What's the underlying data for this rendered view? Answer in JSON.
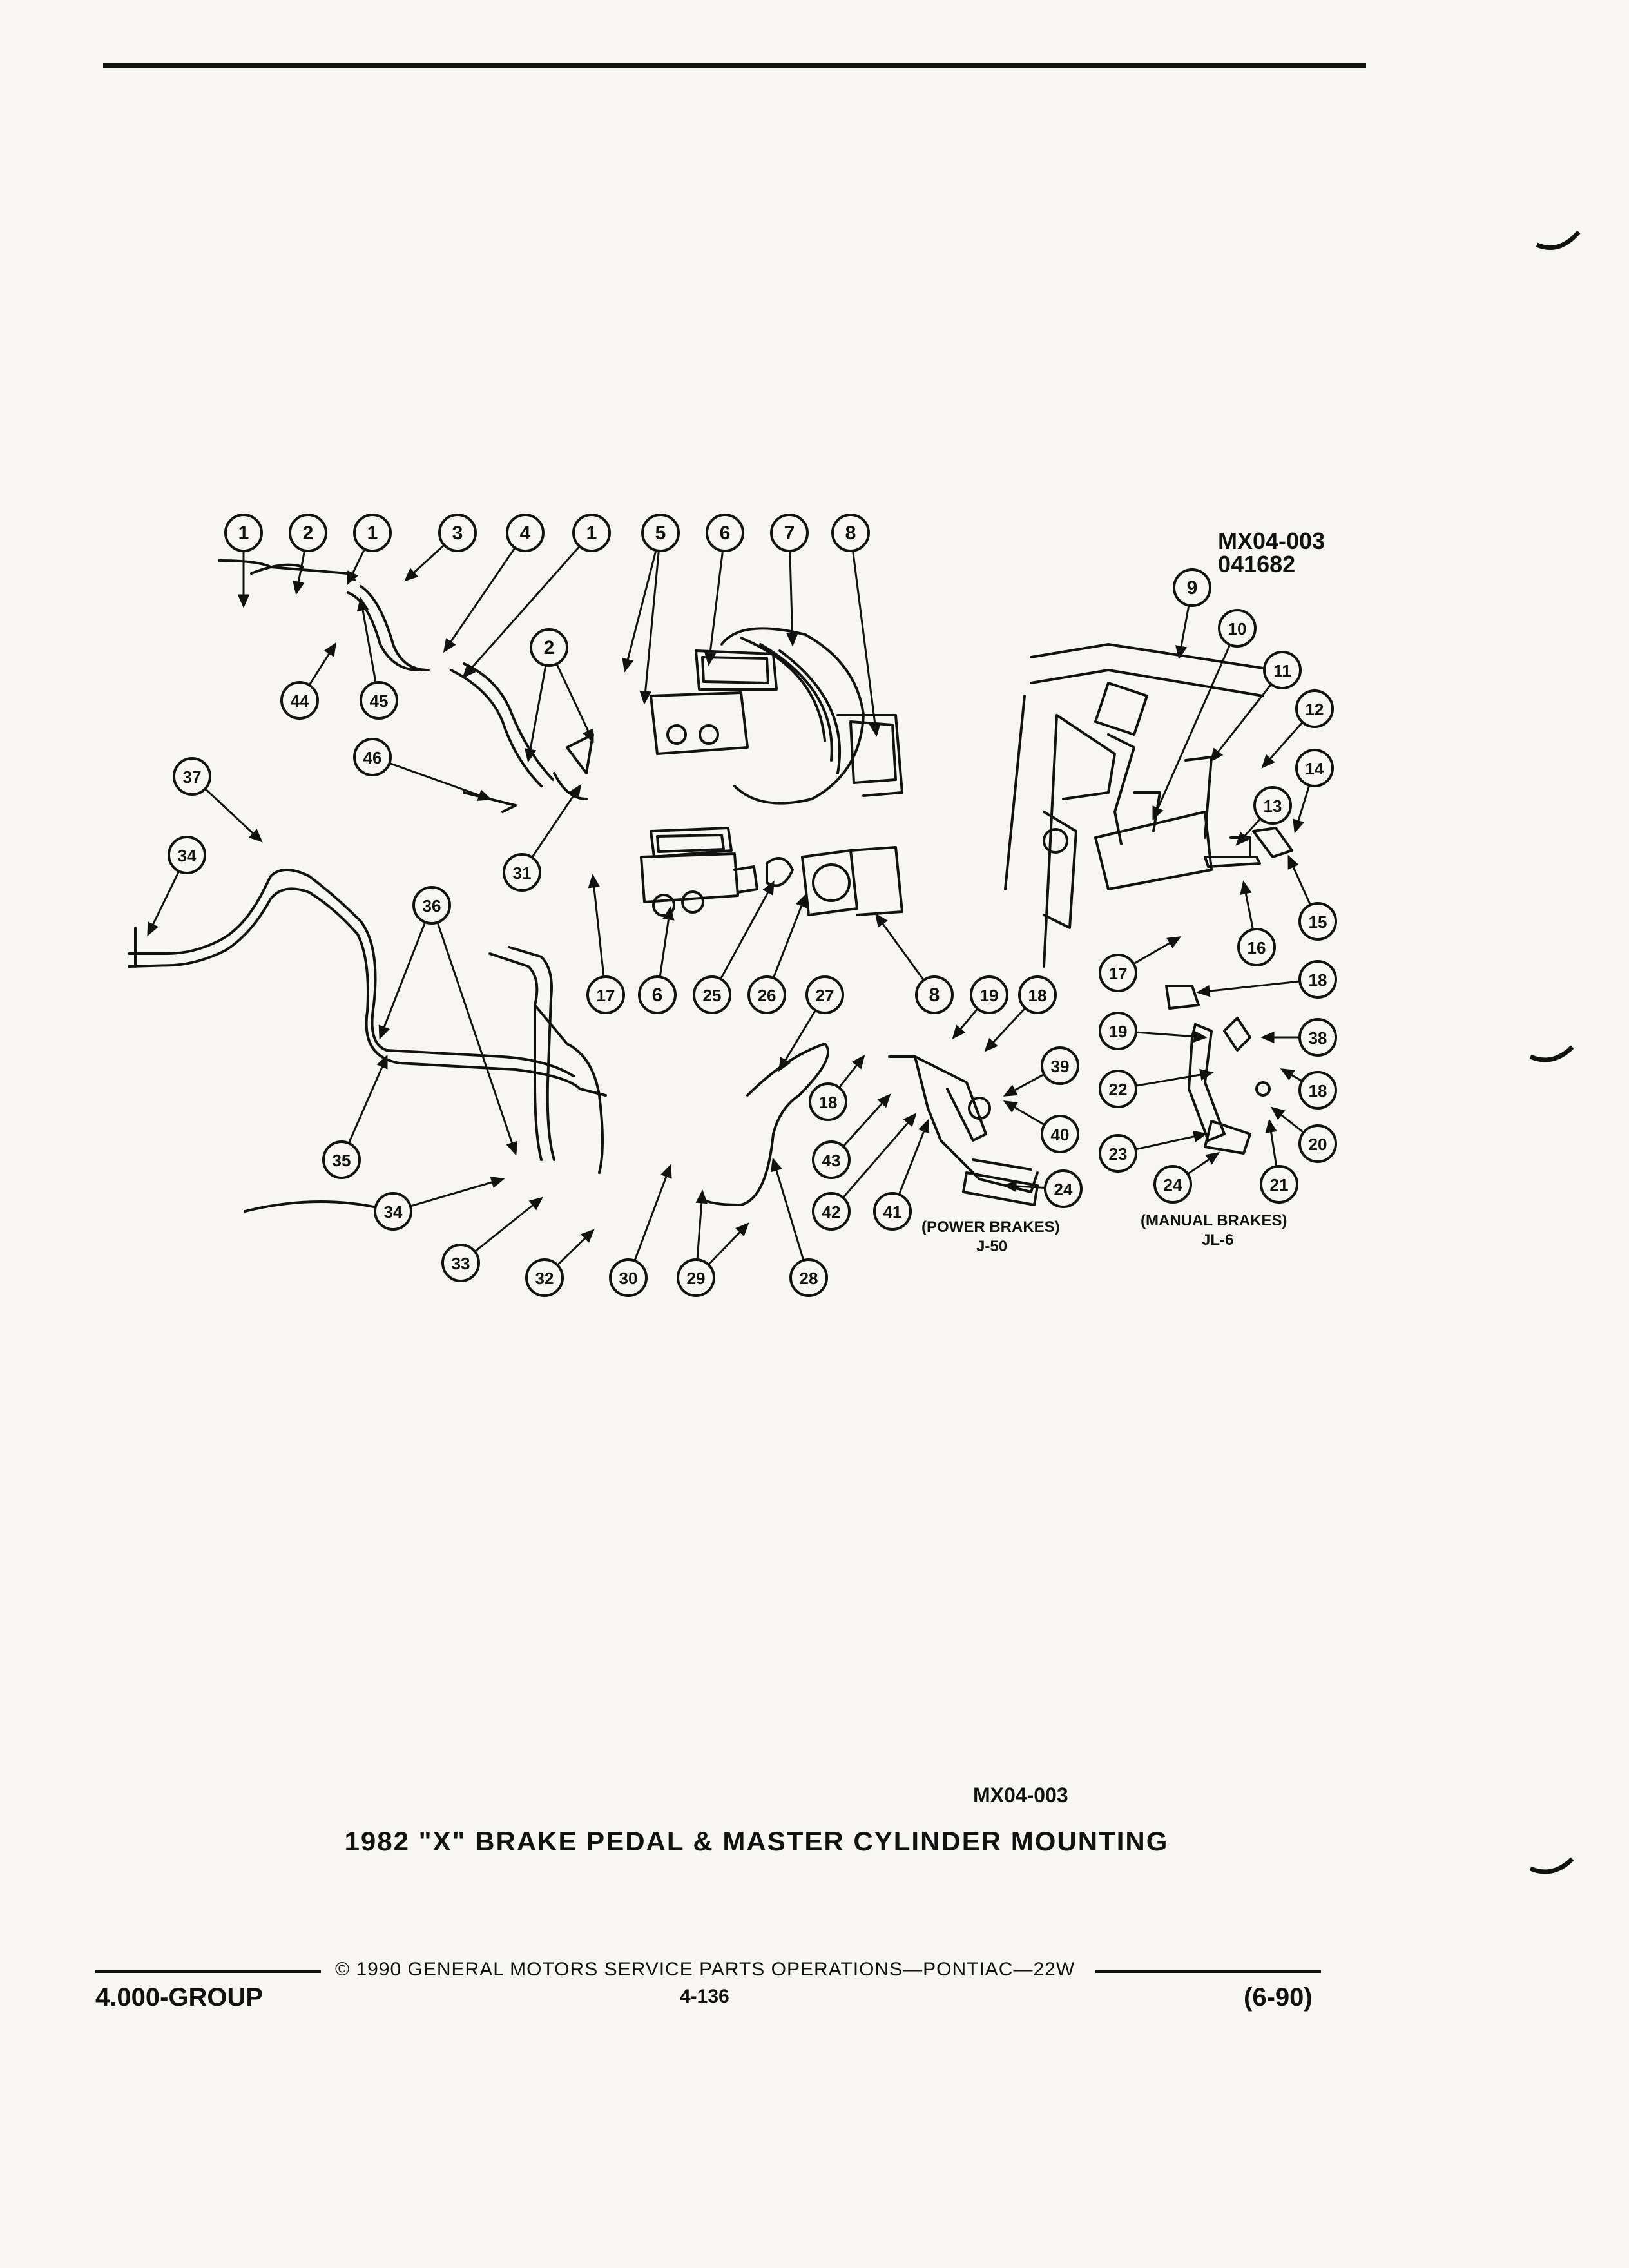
{
  "diagram": {
    "id_code": "MX04-003",
    "id_date": "041682",
    "power_label": "(POWER BRAKES)",
    "power_code": "J-50",
    "manual_label": "(MANUAL BRAKES)",
    "manual_code": "JL-6",
    "callouts": [
      {
        "n": "1"
      },
      {
        "n": "2"
      },
      {
        "n": "1"
      },
      {
        "n": "3"
      },
      {
        "n": "4"
      },
      {
        "n": "1"
      },
      {
        "n": "5"
      },
      {
        "n": "6"
      },
      {
        "n": "7"
      },
      {
        "n": "8"
      },
      {
        "n": "9"
      },
      {
        "n": "10"
      },
      {
        "n": "11"
      },
      {
        "n": "12"
      },
      {
        "n": "14"
      },
      {
        "n": "13"
      },
      {
        "n": "15"
      },
      {
        "n": "16"
      },
      {
        "n": "17"
      },
      {
        "n": "18"
      },
      {
        "n": "19"
      },
      {
        "n": "38"
      },
      {
        "n": "18"
      },
      {
        "n": "22"
      },
      {
        "n": "20"
      },
      {
        "n": "23"
      },
      {
        "n": "21"
      },
      {
        "n": "24"
      },
      {
        "n": "44"
      },
      {
        "n": "45"
      },
      {
        "n": "2"
      },
      {
        "n": "46"
      },
      {
        "n": "37"
      },
      {
        "n": "34"
      },
      {
        "n": "31"
      },
      {
        "n": "36"
      },
      {
        "n": "17"
      },
      {
        "n": "6"
      },
      {
        "n": "25"
      },
      {
        "n": "26"
      },
      {
        "n": "27"
      },
      {
        "n": "8"
      },
      {
        "n": "19"
      },
      {
        "n": "18"
      },
      {
        "n": "39"
      },
      {
        "n": "18"
      },
      {
        "n": "40"
      },
      {
        "n": "43"
      },
      {
        "n": "42"
      },
      {
        "n": "41"
      },
      {
        "n": "24"
      },
      {
        "n": "35"
      },
      {
        "n": "34"
      },
      {
        "n": "33"
      },
      {
        "n": "32"
      },
      {
        "n": "30"
      },
      {
        "n": "29"
      },
      {
        "n": "28"
      }
    ]
  },
  "caption": {
    "code": "MX04-003",
    "title": "1982 \"X\" BRAKE PEDAL & MASTER CYLINDER MOUNTING"
  },
  "footer": {
    "copyright": "© 1990 GENERAL MOTORS SERVICE PARTS OPERATIONS—PONTIAC—22W",
    "group": "4.000-GROUP",
    "page": "4-136",
    "date": "(6-90)"
  }
}
